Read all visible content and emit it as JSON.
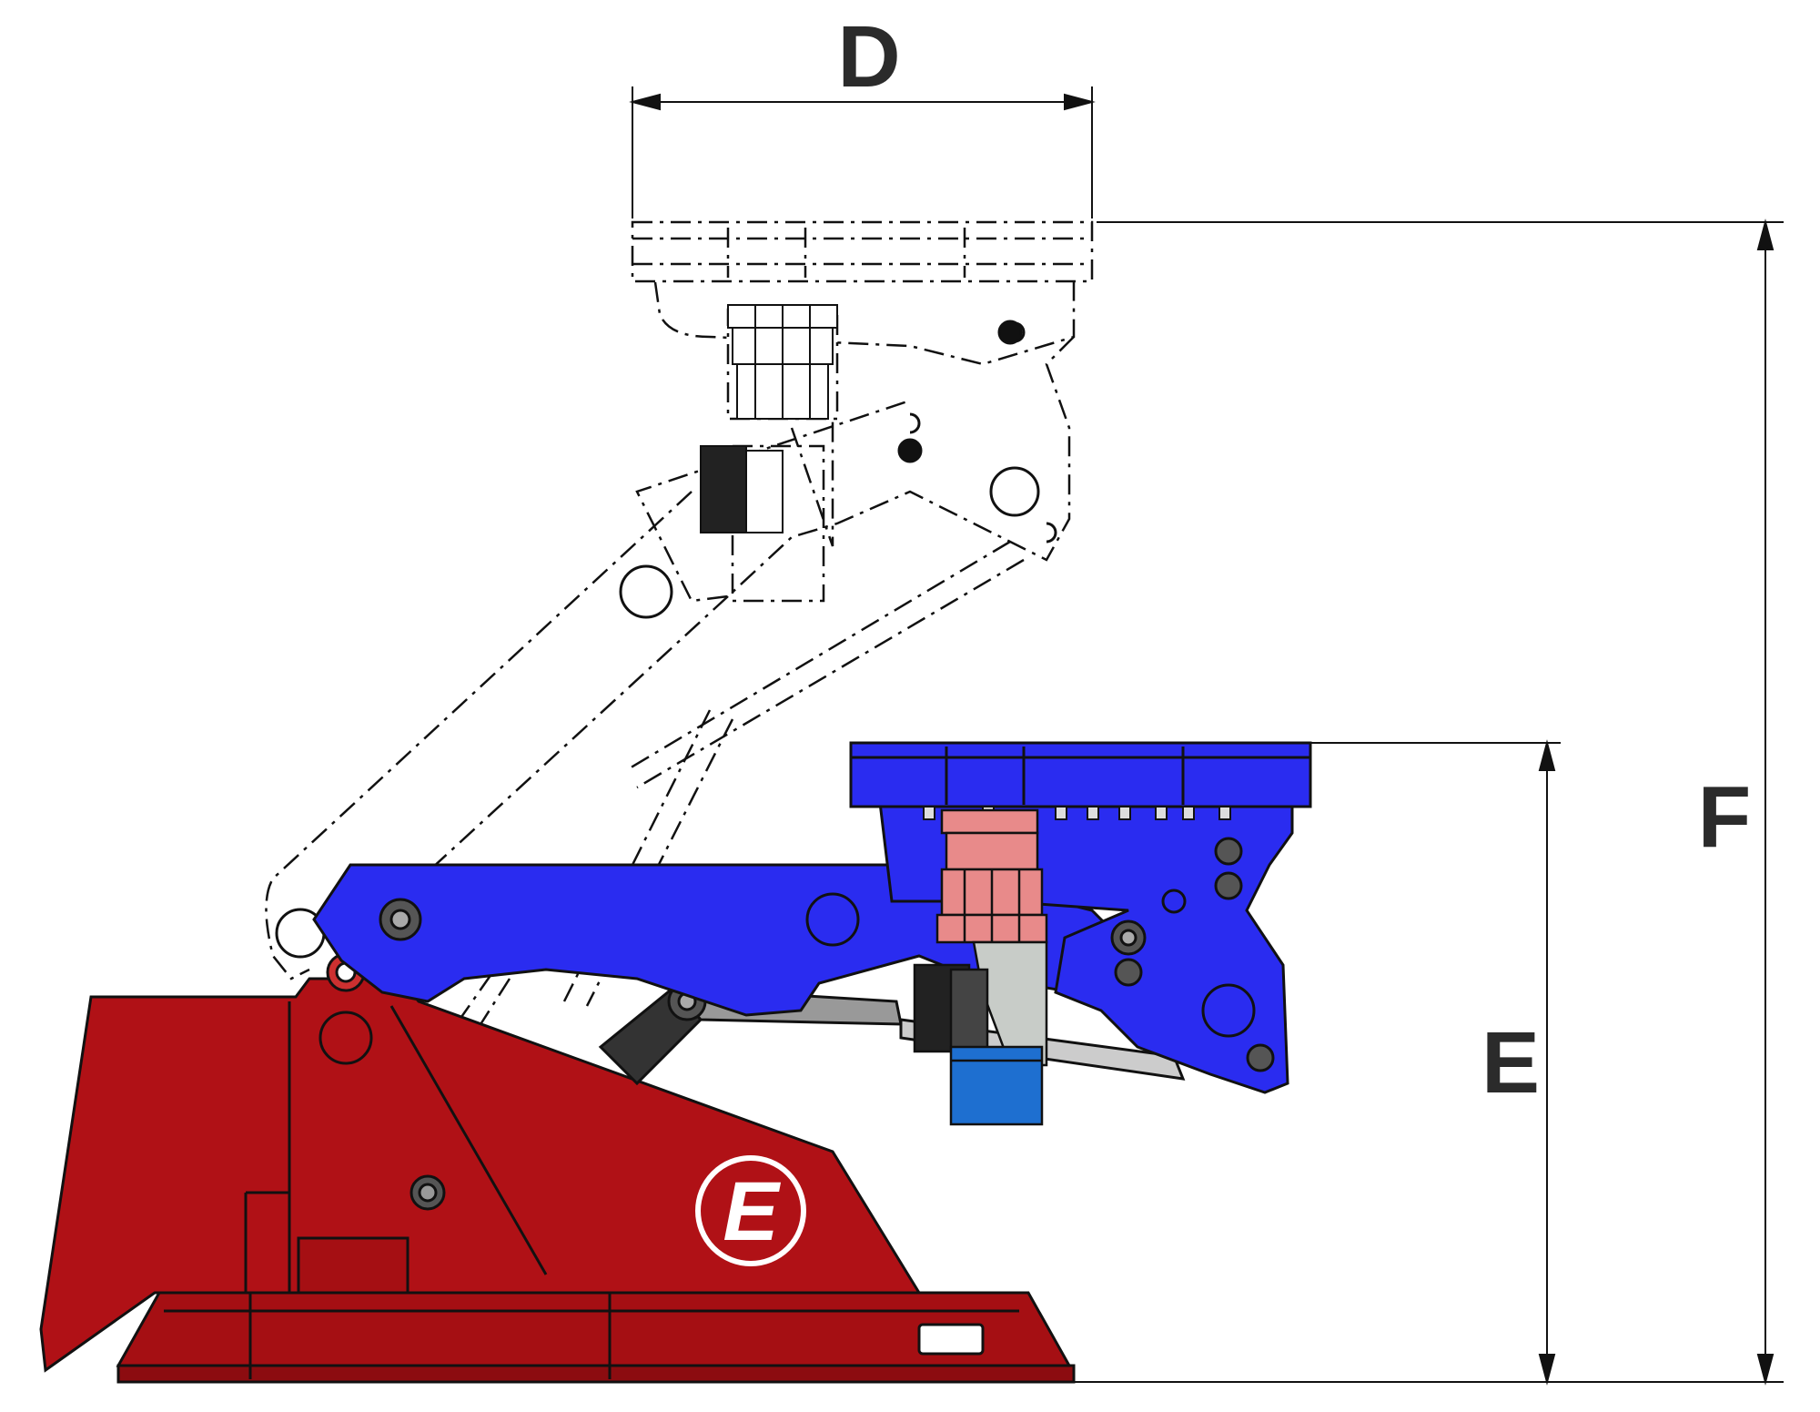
{
  "dimensions": {
    "d_label": "D",
    "e_label": "E",
    "f_label": "F"
  },
  "logo": {
    "letter": "E"
  },
  "colors": {
    "base_red": "#b01116",
    "base_dark_red": "#8c0c10",
    "arm_blue": "#2a2cf0",
    "gear_pink": "#e88a8a",
    "motor_blue": "#1e6fd0",
    "bracket_grey": "#c8ccc8",
    "outline": "#111111"
  },
  "icons": [
    "logo-e-icon"
  ]
}
